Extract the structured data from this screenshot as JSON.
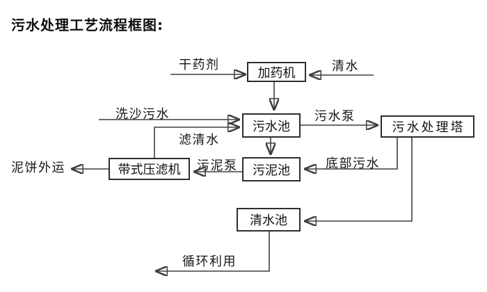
{
  "title": "污水处理工艺流程框图:",
  "colors": {
    "background": "#ffffff",
    "line": "#3f3f3f",
    "arrowhead": "#1a1a1a",
    "box_border": "#2d2d2d",
    "box_fill": "#ffffff",
    "text": "#141414"
  },
  "nodes": {
    "dosing_machine": {
      "label": "加药机"
    },
    "sewage_pool": {
      "label": "污水池"
    },
    "treatment_tower": {
      "label": "污水处理塔"
    },
    "sludge_pool": {
      "label": "污泥池"
    },
    "belt_filter_press": {
      "label": "带式压滤机"
    },
    "clean_water_pool": {
      "label": "清水池"
    }
  },
  "edge_labels": {
    "dry_chemical": "干药剂",
    "clean_water": "清水",
    "sand_washing_sewage": "洗沙污水",
    "sewage_pump": "污水泵",
    "filtered_water": "滤清水",
    "sludge_pump": "污泥泵",
    "bottom_sewage": "底部污水",
    "mud_cake_out": "泥饼外运",
    "recycle": "循环利用"
  },
  "flows": [
    {
      "label": "干药剂",
      "target": "加药机"
    },
    {
      "label": "清水",
      "target": "加药机"
    },
    {
      "source": "加药机",
      "target": "污水池"
    },
    {
      "label": "洗沙污水",
      "target": "污水池"
    },
    {
      "source": "带式压滤机",
      "label": "滤清水",
      "target": "污水池"
    },
    {
      "source": "污水池",
      "label": "污水泵",
      "target": "污水处理塔"
    },
    {
      "source": "污水池",
      "target": "污泥池"
    },
    {
      "source": "污水处理塔",
      "label": "底部污水",
      "target": "污泥池"
    },
    {
      "source": "污泥池",
      "label": "污泥泵",
      "target": "带式压滤机"
    },
    {
      "source": "带式压滤机",
      "label": "泥饼外运"
    },
    {
      "source": "污水处理塔",
      "target": "清水池"
    },
    {
      "source": "清水池",
      "label": "循环利用"
    }
  ]
}
